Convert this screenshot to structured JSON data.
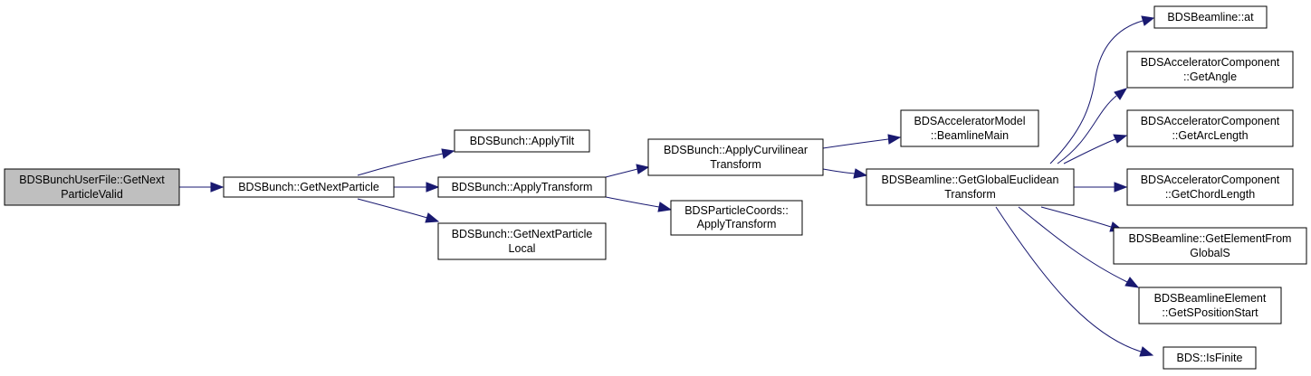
{
  "nodes": {
    "root": {
      "lines": [
        "BDSBunchUserFile::GetNext",
        "ParticleValid"
      ]
    },
    "getNextParticle": {
      "lines": [
        "BDSBunch::GetNextParticle"
      ]
    },
    "applyTilt": {
      "lines": [
        "BDSBunch::ApplyTilt"
      ]
    },
    "applyTransform": {
      "lines": [
        "BDSBunch::ApplyTransform"
      ]
    },
    "getNextParticleLocal": {
      "lines": [
        "BDSBunch::GetNextParticle",
        "Local"
      ]
    },
    "applyCurvilinear": {
      "lines": [
        "BDSBunch::ApplyCurvilinear",
        "Transform"
      ]
    },
    "particleCoordsApply": {
      "lines": [
        "BDSParticleCoords::",
        "ApplyTransform"
      ]
    },
    "beamlineMain": {
      "lines": [
        "BDSAcceleratorModel",
        "::BeamlineMain"
      ]
    },
    "getGlobalEuclidean": {
      "lines": [
        "BDSBeamline::GetGlobalEuclidean",
        "Transform"
      ]
    },
    "beamlineAt": {
      "lines": [
        "BDSBeamline::at"
      ]
    },
    "getAngle": {
      "lines": [
        "BDSAcceleratorComponent",
        "::GetAngle"
      ]
    },
    "getArcLength": {
      "lines": [
        "BDSAcceleratorComponent",
        "::GetArcLength"
      ]
    },
    "getChordLength": {
      "lines": [
        "BDSAcceleratorComponent",
        "::GetChordLength"
      ]
    },
    "getElementFromGlobalS": {
      "lines": [
        "BDSBeamline::GetElementFrom",
        "GlobalS"
      ]
    },
    "getSPositionStart": {
      "lines": [
        "BDSBeamlineElement",
        "::GetSPositionStart"
      ]
    },
    "isFinite": {
      "lines": [
        "BDS::IsFinite"
      ]
    }
  },
  "edges": [
    {
      "from": "root",
      "to": "getNextParticle"
    },
    {
      "from": "getNextParticle",
      "to": "applyTilt"
    },
    {
      "from": "getNextParticle",
      "to": "applyTransform"
    },
    {
      "from": "getNextParticle",
      "to": "getNextParticleLocal"
    },
    {
      "from": "applyTransform",
      "to": "applyCurvilinear"
    },
    {
      "from": "applyTransform",
      "to": "particleCoordsApply"
    },
    {
      "from": "applyCurvilinear",
      "to": "beamlineMain"
    },
    {
      "from": "applyCurvilinear",
      "to": "getGlobalEuclidean"
    },
    {
      "from": "getGlobalEuclidean",
      "to": "beamlineAt"
    },
    {
      "from": "getGlobalEuclidean",
      "to": "getAngle"
    },
    {
      "from": "getGlobalEuclidean",
      "to": "getArcLength"
    },
    {
      "from": "getGlobalEuclidean",
      "to": "getChordLength"
    },
    {
      "from": "getGlobalEuclidean",
      "to": "getElementFromGlobalS"
    },
    {
      "from": "getGlobalEuclidean",
      "to": "getSPositionStart"
    },
    {
      "from": "getGlobalEuclidean",
      "to": "isFinite"
    }
  ]
}
